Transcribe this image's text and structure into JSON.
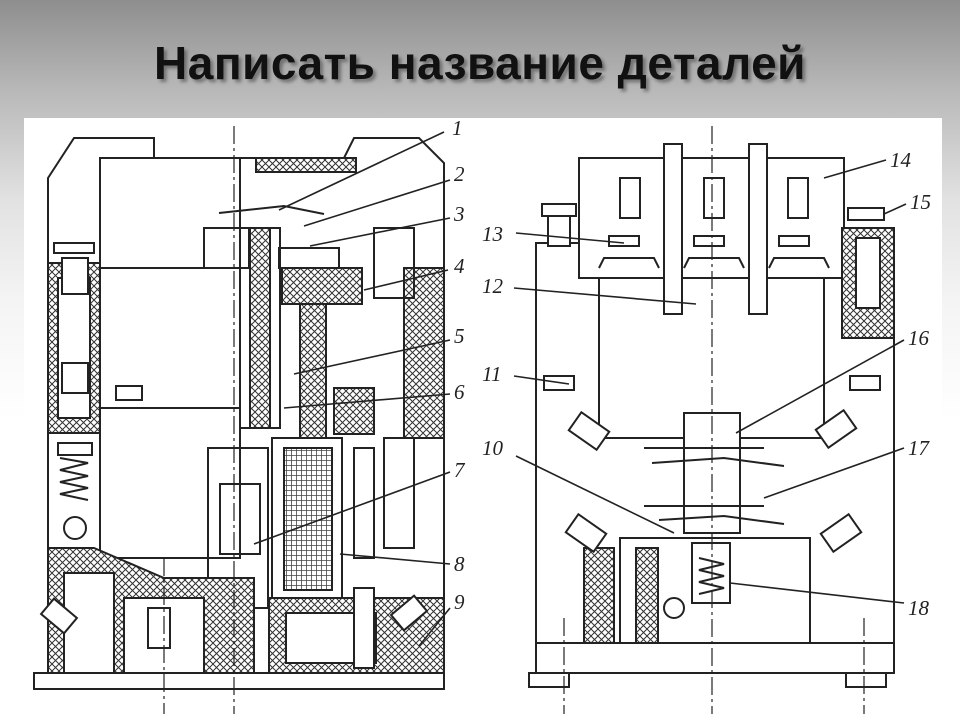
{
  "slide": {
    "title": "Написать название деталей"
  },
  "diagram": {
    "callouts": [
      "1",
      "2",
      "3",
      "4",
      "5",
      "6",
      "7",
      "8",
      "9",
      "10",
      "11",
      "12",
      "13",
      "14",
      "15",
      "16",
      "17",
      "18"
    ],
    "colors": {
      "line": "#222222",
      "paper": "#ffffff",
      "background_top": "#8e8e8e",
      "background_bottom": "#ffffff"
    }
  }
}
